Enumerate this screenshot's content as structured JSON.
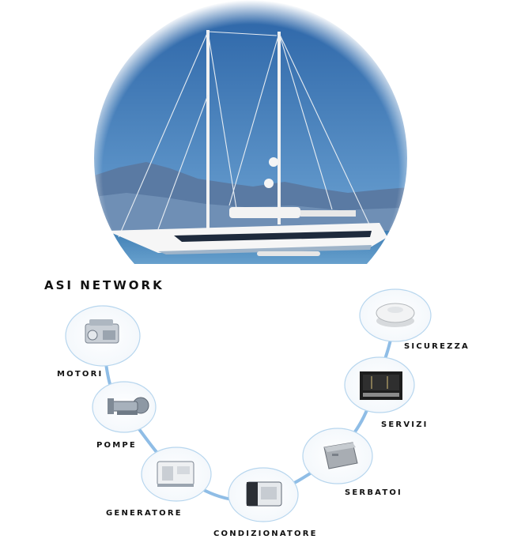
{
  "title": "ASI NETWORK",
  "photo": {
    "subject": "sailing-yacht-photo"
  },
  "nodes": [
    {
      "id": "motori",
      "label": "MOTORI",
      "icon": "engine-icon"
    },
    {
      "id": "pompe",
      "label": "POMPE",
      "icon": "pump-icon"
    },
    {
      "id": "generatore",
      "label": "GENERATORE",
      "icon": "generator-icon"
    },
    {
      "id": "condizionatore",
      "label": "CONDIZIONATORE",
      "icon": "air-conditioner-icon"
    },
    {
      "id": "serbatoi",
      "label": "SERBATOI",
      "icon": "tank-icon"
    },
    {
      "id": "servizi",
      "label": "SERVIZI",
      "icon": "control-panel-icon"
    },
    {
      "id": "sicurezza",
      "label": "SICUREZZA",
      "icon": "smoke-detector-icon"
    }
  ],
  "colors": {
    "network_line": "#8fbde6",
    "node_ring": "#b7d6ee",
    "sea": "#4a86b8",
    "sky": "#2f6fb3"
  }
}
